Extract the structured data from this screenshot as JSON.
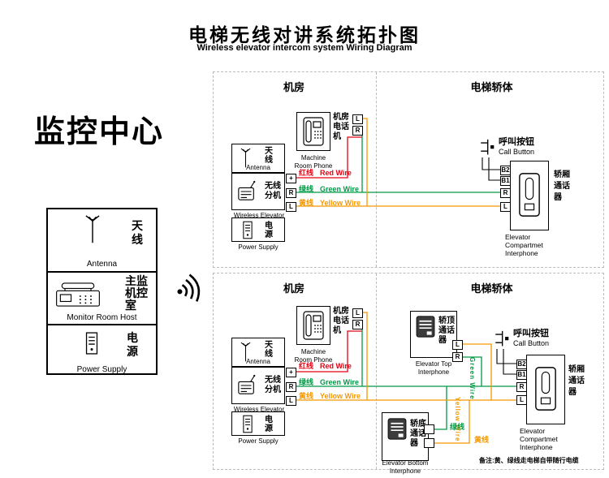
{
  "header": {
    "title_zh": "电梯无线对讲系统拓扑图",
    "title_en": "Wireless elevator intercom system Wiring Diagram"
  },
  "monitor_center": {
    "heading": "监控中心",
    "antenna": {
      "zh": "天\n线",
      "en": "Antenna"
    },
    "host": {
      "zh": "主监\n机控\n室",
      "en": "Monitor Room Host"
    },
    "power": {
      "zh": "电\n源",
      "en": "Power Supply"
    }
  },
  "sections": {
    "machine_room": "机房",
    "elevator_body": "电梯轿体"
  },
  "components": {
    "machine_phone": {
      "zh": "机房\n电话\n机",
      "en": "Machine\nRoom Phone",
      "terminals": [
        "L",
        "R"
      ]
    },
    "antenna": {
      "zh": "天\n线",
      "en": "Antenna"
    },
    "wireless": {
      "zh": "无线\n分机",
      "en": "Wireless Elevator",
      "terminals": [
        "+",
        "R",
        "L"
      ]
    },
    "power": {
      "zh": "电\n源",
      "en": "Power Supply"
    },
    "call_button": {
      "zh": "呼叫按钮",
      "en": "Call Button"
    },
    "compartment": {
      "zh": "轿厢\n通话\n器",
      "en": "Elevator\nCompartmet\nInterphone",
      "terminals": [
        "B2",
        "B1",
        "R",
        "L"
      ]
    },
    "top_interphone": {
      "zh": "轿顶\n通话\n器",
      "en": "Elevator Top\nInterphone",
      "terminals": [
        "L",
        "R"
      ]
    },
    "bottom_interphone": {
      "zh": "轿底\n通话\n器",
      "en": "Elevator Bottom\nInterphone"
    }
  },
  "wires": {
    "red": {
      "zh": "红线",
      "en": "Red Wire",
      "color": "#e60012"
    },
    "green": {
      "zh": "绿线",
      "en": "Green Wire",
      "color": "#009944"
    },
    "yellow": {
      "zh": "黄线",
      "en": "Yellow Wire",
      "color": "#f39800"
    }
  },
  "note": "备注:黄、绿线走电梯自带随行电缆"
}
